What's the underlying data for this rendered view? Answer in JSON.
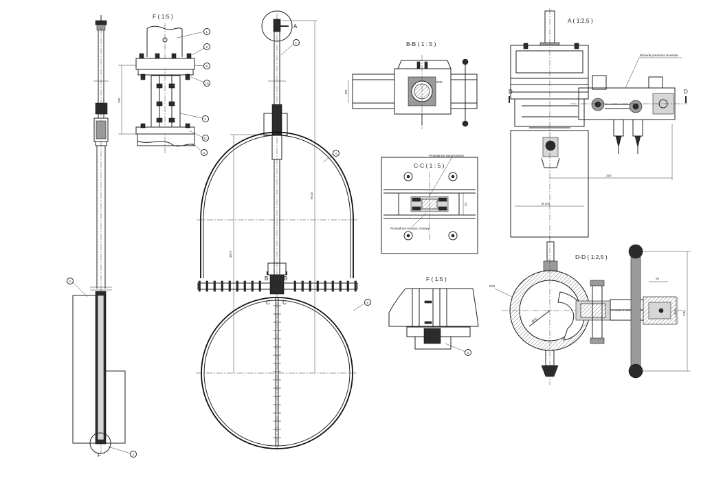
{
  "views": {
    "f_top_title": "F ( 1:5 )",
    "bb_title": "B-B ( 1 : 5 )",
    "cc_title": "C-C ( 1 : 5 )",
    "f_bottom_title": "F ( 1:5 )",
    "a_title": "A ( 1:2,5 )",
    "dd_title": "D-D ( 1:2,5 )"
  },
  "section_marks": {
    "a": "A",
    "b_left": "B",
    "b_right": "B",
    "c_left": "C",
    "c_right": "C",
    "d_left": "D",
    "d_right": "D",
    "f": "F"
  },
  "notes": {
    "a_detail": "Blokada położenia stownika",
    "cc_top": "Prowadnica ramy zasuwy",
    "cc_bottom": "Prowadnica korpusu zasuwy"
  },
  "dimensions": {
    "f_height": "290",
    "main_total": "8610",
    "main_stem": "4875",
    "bb_width": "124",
    "bb_bore": "Ø30",
    "cc_gap": "34",
    "a_offset": "253",
    "a_diameter": "Ø 200",
    "dd_outer": "R60",
    "dd_inner": "Ø54",
    "dd_height": "240",
    "dd_small": "Ø35",
    "dd_top": "28"
  },
  "balloons": {
    "f_1": "1",
    "f_8": "8",
    "f_9": "9",
    "f_10": "10",
    "f_3": "3",
    "f_11": "11",
    "f_6": "6",
    "main_1": "1",
    "main_4": "4",
    "main_6": "6",
    "left_2": "2",
    "left_3": "3",
    "fb_3": "3"
  }
}
